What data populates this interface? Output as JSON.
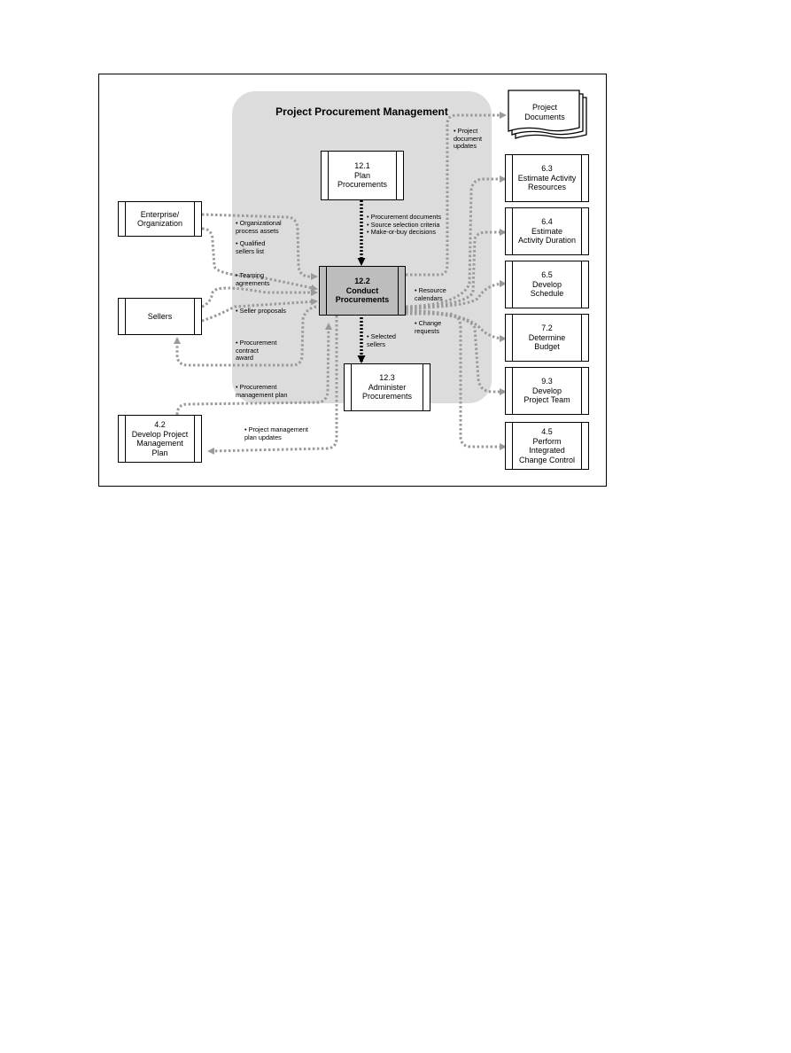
{
  "diagram": {
    "title": "Project Procurement Management",
    "processes": {
      "plan": "12.1\nPlan\nProcurements",
      "conduct": "12.2\nConduct\nProcurements",
      "administer": "12.3\nAdminister\nProcurements"
    },
    "externals": {
      "enterprise": "Enterprise/\nOrganization",
      "sellers": "Sellers",
      "develop_pm_plan": "4.2\nDevelop Project\nManagement\nPlan",
      "project_documents": "Project\nDocuments",
      "estimate_resources": "6.3\nEstimate Activity\nResources",
      "estimate_duration": "6.4\nEstimate\nActivity Duration",
      "develop_schedule": "6.5\nDevelop\nSchedule",
      "determine_budget": "7.2\nDetermine\nBudget",
      "develop_team": "9.3\nDevelop\nProject Team",
      "integrated_change": "4.5\nPerform\nIntegrated\nChange Control"
    },
    "labels": {
      "plan_outputs": "• Procurement documents\n• Source selection criteria\n• Make-or-buy decisions",
      "org_process_assets": "• Organizational\n  process assets",
      "qualified_sellers": "• Qualified\n  sellers list",
      "teaming_agreements": "• Teaming\n  agreements",
      "seller_proposals": "• Seller proposals",
      "contract_award": "• Procurement\n  contract\n  award",
      "pm_plan": "• Procurement\n  management plan",
      "pm_plan_updates": "• Project management\n  plan updates",
      "doc_updates": "• Project\n  document\n  updates",
      "resource_calendars": "• Resource\n  calendars",
      "change_requests": "• Change\n  requests",
      "selected_sellers": "• Selected\n  sellers"
    }
  }
}
